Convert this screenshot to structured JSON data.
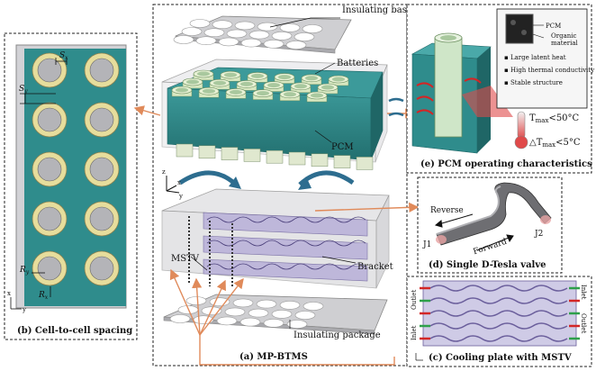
{
  "colors": {
    "teal": "#2f8c8c",
    "teal_dark": "#1f6666",
    "teal_light": "#4aa9a9",
    "cell_gold": "#e6dd9c",
    "cell_gray": "#b4b4b8",
    "arrow_orange": "#e08a5a",
    "arrow_blue": "#2d6d8f",
    "red_flow": "#d32626",
    "green_flow": "#2ea04a",
    "plate_purple": "#b8b0d8"
  },
  "panel_a": {
    "title": "(a) MP-BTMS",
    "labels": {
      "insulating_baseplate": "Insulating baseplate",
      "batteries": "Batteries",
      "pcm": "PCM",
      "bracket": "Bracket",
      "mstv": "MSTV",
      "insulating_package": "Insulating package"
    },
    "axes": {
      "z": "z",
      "x": "x",
      "y": "y"
    }
  },
  "panel_b": {
    "title": "(b) Cell-to-cell spacing",
    "labels": {
      "sx": "S",
      "sx_sub": "x",
      "sy": "S",
      "sy_sub": "y",
      "ry": "R",
      "ry_sub": "y",
      "rx": "R",
      "rx_sub": "x"
    },
    "axes": {
      "x": "x",
      "y": "y"
    }
  },
  "panel_c": {
    "title": "(c) Cooling plate with MSTV",
    "left_labels": {
      "inlet": "Inlet",
      "outlet": "Outlet"
    },
    "right_labels": {
      "inlet": "Inlet",
      "outlet": "Outlet"
    }
  },
  "panel_d": {
    "title": "(d) Single D-Tesla valve",
    "labels": {
      "reverse": "Reverse",
      "forward": "Forward",
      "j1": "J1",
      "j2": "J2"
    }
  },
  "panel_e": {
    "title": "(e) PCM operating characteristics",
    "legend": {
      "pcm": "PCM",
      "organic": "Organic",
      "material": "material"
    },
    "bullets": [
      "Large latent heat",
      "High thermal conductivity",
      "Stable structure"
    ],
    "tmax": "T",
    "tmax_sub": "max",
    "tmax_value": "<50°C",
    "dt": "△T",
    "dt_sub": "max",
    "dt_value": "<5°C"
  }
}
